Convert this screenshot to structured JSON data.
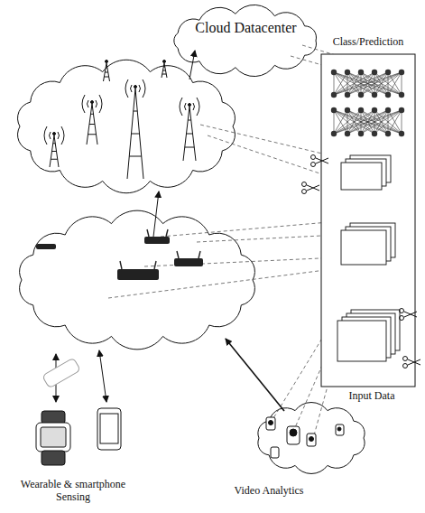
{
  "diagram": {
    "nodes": [
      {
        "text": [
          "Cloud Datacenter"
        ]
      }
    ],
    "labels": [
      "Class/Prediction",
      "Input Data",
      "Wearable & smartphone Sensing",
      "Video Analytics"
    ]
  }
}
